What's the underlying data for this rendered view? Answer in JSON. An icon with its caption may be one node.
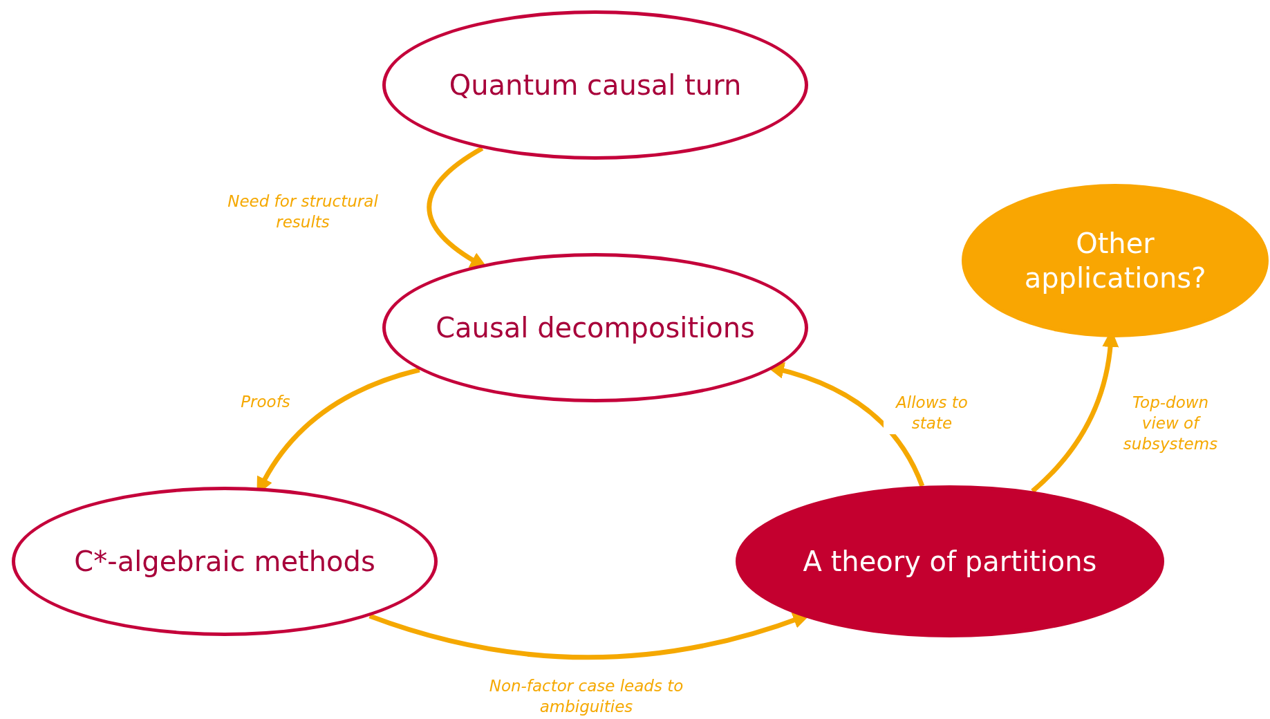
{
  "diagram": {
    "nodes": [
      {
        "text": [
          "Quantum causal turn"
        ]
      },
      {
        "text": [
          "Causal decompositions"
        ]
      },
      {
        "text": [
          "C*-algebraic methods"
        ]
      },
      {
        "text": [
          "A theory of partitions"
        ]
      },
      {
        "text": [
          "Other applications?"
        ]
      }
    ],
    "edges": [
      {
        "from": 0,
        "to": 1,
        "arrow": "to",
        "label": "Need for structural results"
      },
      {
        "from": 1,
        "to": 2,
        "arrow": "to",
        "label": "Proofs"
      },
      {
        "from": 2,
        "to": 3,
        "arrow": "to",
        "label": "Non-factor case leads to ambiguities"
      },
      {
        "from": 3,
        "to": 1,
        "arrow": "to",
        "label": "Allows to state"
      },
      {
        "from": 3,
        "to": 4,
        "arrow": "to",
        "label": "Top-down view of subsystems"
      }
    ]
  }
}
